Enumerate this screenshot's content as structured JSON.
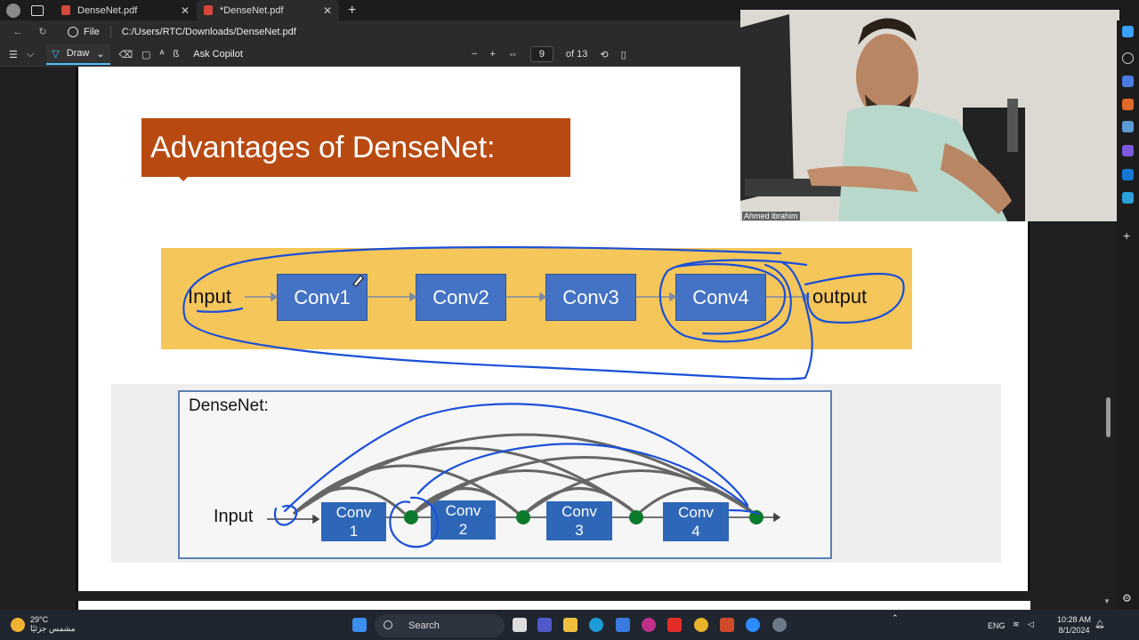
{
  "tabs": [
    {
      "label": "DenseNet.pdf"
    },
    {
      "label": "*DenseNet.pdf"
    }
  ],
  "address": {
    "scheme_label": "File",
    "path": "C:/Users/RTC/Downloads/DenseNet.pdf"
  },
  "toolbar": {
    "draw_label": "Draw",
    "copilot_label": "Ask Copilot",
    "page_current": "9",
    "page_total": "of 13"
  },
  "slide": {
    "title": "Advantages of DenseNet:",
    "pipeline": {
      "input": "Input",
      "convs": [
        "Conv1",
        "Conv2",
        "Conv3",
        "Conv4"
      ],
      "output": "output"
    },
    "densenet": {
      "title": "DenseNet:",
      "input": "Input",
      "blocks": [
        [
          "Conv",
          "1"
        ],
        [
          "Conv",
          "2"
        ],
        [
          "Conv",
          "3"
        ],
        [
          "Conv",
          "4"
        ]
      ]
    }
  },
  "webcam": {
    "name": "Ahmed ibrahim"
  },
  "taskbar": {
    "weather_temp": "29°C",
    "weather_desc": "مشمس جزئيًا",
    "search_label": "Search",
    "lang": "ENG",
    "time": "10:28 AM",
    "date": "8/1/2024"
  },
  "colors": {
    "accent": "#4cc2ff",
    "slide_title_bg": "#b84a11",
    "pipeline_bg": "#f5c65a",
    "conv_box": "#4472c4",
    "ink": "#1a4fd8",
    "dense_node": "#0c7a2c"
  }
}
